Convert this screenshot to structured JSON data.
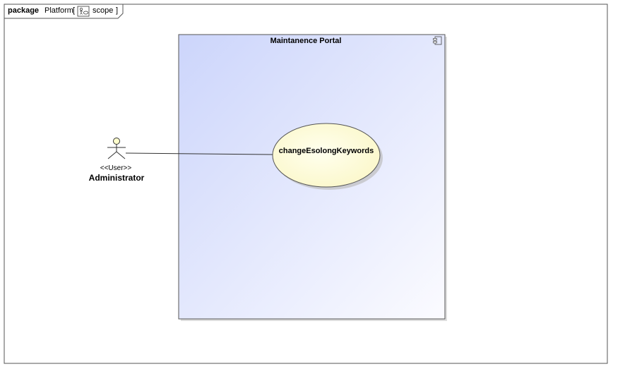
{
  "frame": {
    "kind": "package",
    "name": "Platform",
    "bracket_open": "[",
    "scope": "scope",
    "bracket_close": "]",
    "diagram_icon": "use-case-diagram-icon"
  },
  "subject": {
    "title": "Maintanence Portal",
    "icon": "component-icon",
    "gradient_from": "#ccd5fb",
    "gradient_to": "#fbfbff"
  },
  "actor": {
    "stereotype": "<<User>>",
    "name": "Administrator",
    "head_color": "#ffffcc"
  },
  "use_case": {
    "name": "changeEsolongKeywords",
    "fill": "#ffffd9"
  },
  "colors": {
    "line": "#333333",
    "frame_border": "#555555"
  }
}
